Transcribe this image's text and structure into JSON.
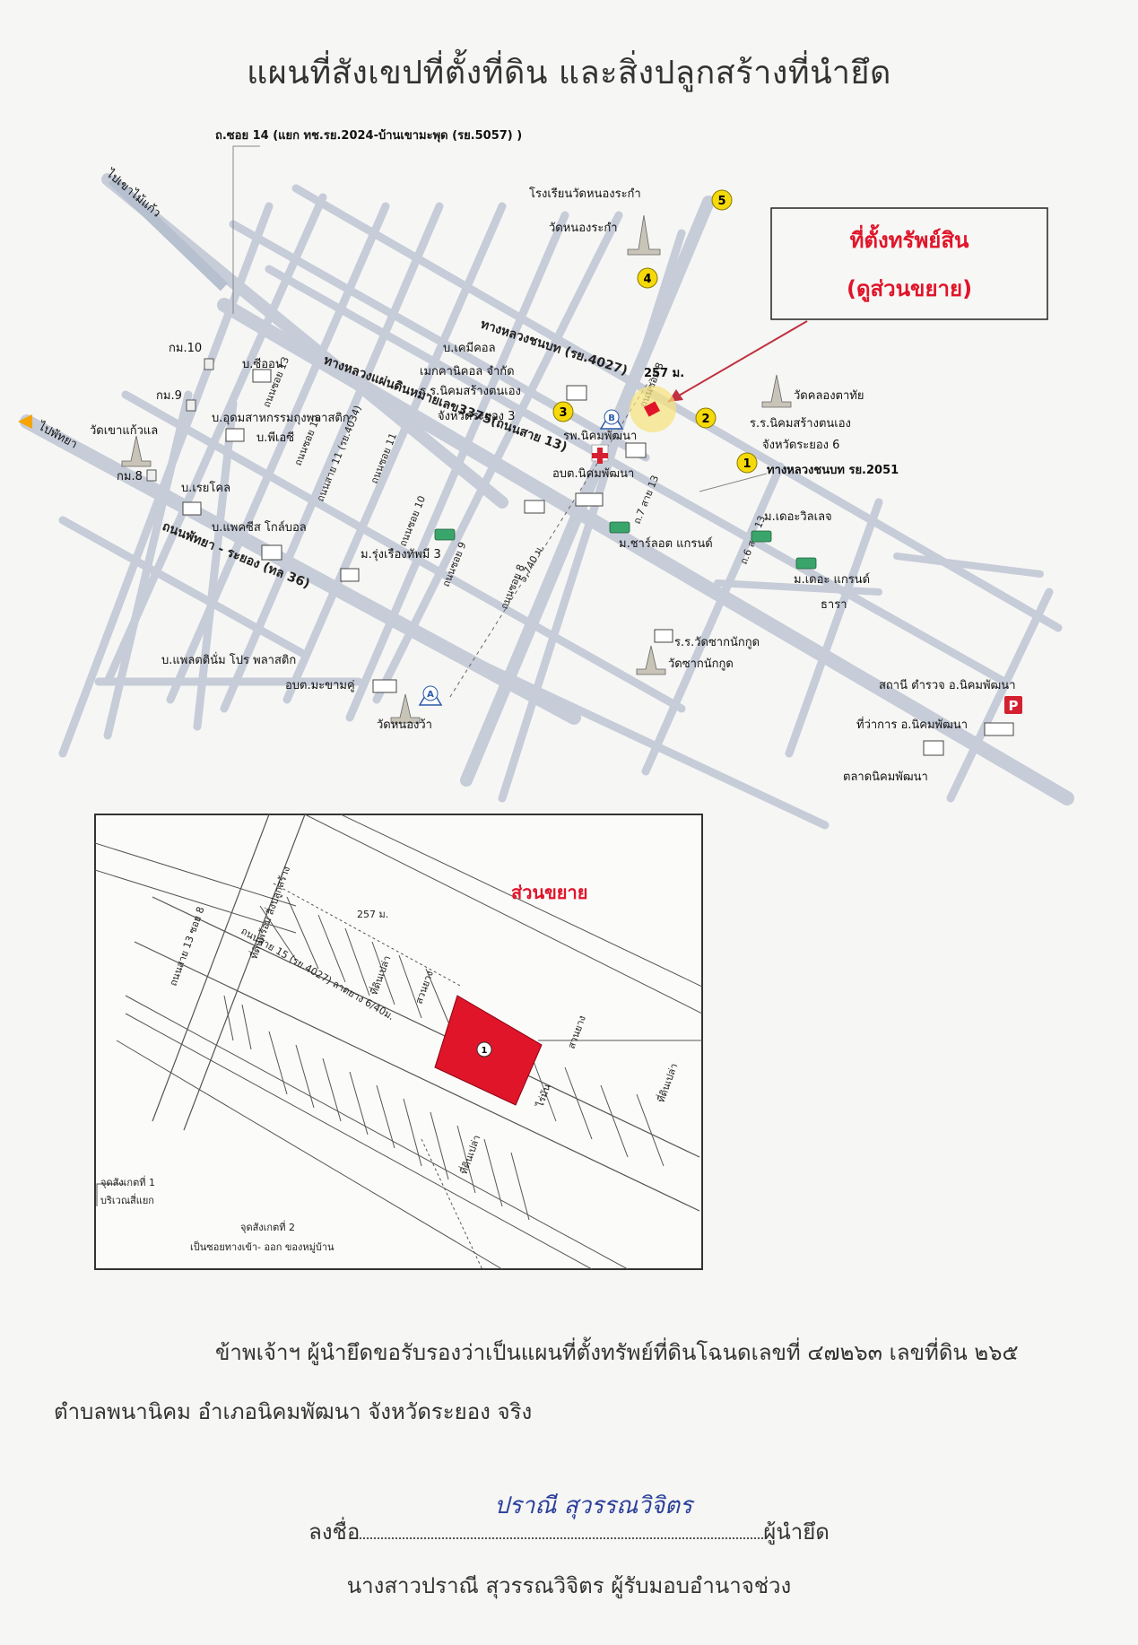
{
  "title": "แผนที่สังเขปที่ตั้งที่ดิน และสิ่งปลูกสร้างที่นำยึด",
  "location_box": {
    "line1": "ที่ตั้งทรัพย์สิน",
    "line2": "(ดูส่วนขยาย)"
  },
  "map": {
    "top_road_label": "ถ.ซอย 14 (แยก ทช.รย.2024-บ้านเขามะพุด (รย.5057) )",
    "labels": {
      "to_khao_mai_kaew": "ไปเขาไม้แก้ว",
      "to_pattaya": "ไปพัทยา",
      "school": "โรงเรียนวัดหนองระกำ",
      "wat_nong_rakam": "วัดหนองระกำ",
      "chemical": "บ.เคมีคอล",
      "makanical": "เมกคานิคอล จำกัด",
      "nikhom_sang_ton_eng_1": "ร.ร.นิคมสร้างตนเอง",
      "rayong_3": "จังหวัดระยอง 3",
      "road_4027": "ทางหลวงชนบท (รย.4027)",
      "road_3375": "ทางหลวงแผ่นดินหมายเลข3375(ถนนสาย 13)",
      "km10": "กม.10",
      "km9": "กม.9",
      "km8": "กม.8",
      "wat_khao_kaew": "วัดเขาแก้วแล",
      "b_chiyon": "บ.ซีออน",
      "b_udomsahakam": "บ.อุดมสาหกรรมถุงพลาสติก",
      "b_pieei": "บ.พีเอซี",
      "b_reyol": "บ.เรยโคล",
      "b_packsys": "บ.แพคซีส โกล์บอล",
      "soi13": "ถนนซอย 13",
      "soi12": "ถนนซอย 12",
      "soi11": "ถนนซอย 11",
      "soi10": "ถนนซอย 10",
      "soi9": "ถนนซอย 9",
      "soi8": "ถนนซอย 8",
      "sai11": "ถนนสาย 11 (รย.4034)",
      "pattaya_rayong": "ถนนพัทยา - ระยอง (ทล 36)",
      "m_rungruang": "ม.รุ่งเรืองทัพมี 3",
      "b_plastic": "บ.แพลตตินั่ม โปร พลาสติก",
      "obt_makham": "อบต.มะขามคู่",
      "wat_nong_wa": "วัดหนองว้า",
      "hospital": "รพ.นิคมพัฒนา",
      "obt_nikhom": "อบต.นิคมพัฒนา",
      "distance_257": "257 ม.",
      "distance_5740": "5,740 ม.",
      "wat_khlong": "วัดคลองตาทัย",
      "nikhom_school_6": "ร.ร.นิคมสร้างตนเอง",
      "rayong_6": "จังหวัดระยอง 6",
      "road_2051": "ทางหลวงชนบท รย.2051",
      "sai7": "ถ.7 สาย 13",
      "sai6": "ถ.6 สาย 13",
      "m_charlotte": "ม.ชาร์ลอต แกรนด์",
      "m_dewilla": "ม.เดอะวิลเลจ",
      "m_grand": "ม.เดอะ แกรนด์",
      "m_grand2": "ธารา",
      "rr_wat_sak": "ร.ร.วัดซากนักกูด",
      "wat_sak": "วัดซากนักกูด",
      "police": "สถานี ตำรวจ อ.นิคมพัฒนา",
      "district_office": "ที่ว่าการ อ.นิคมพัฒนา",
      "market": "ตลาดนิคมพัฒนา"
    },
    "markers": [
      "1",
      "2",
      "3",
      "4",
      "5"
    ],
    "points": [
      "A",
      "B"
    ]
  },
  "inset": {
    "title": "ส่วนขยาย",
    "distance": "257 ม.",
    "road_15": "ถนนสาย 15 (รย.4027) ลาดยาง 6/40ม.",
    "road_13": "ถนนสาย 13 ซอย 8",
    "parcel": "1",
    "labels": {
      "land_built": "ที่ดินพร้อม สิ่งปลูกสร้าง",
      "land_empty": "ที่ดินเปล่า",
      "rubber": "สวนยาง",
      "cassava": "ไร่มัน"
    },
    "note1_a": "จุดสังเกตที่ 1",
    "note1_b": "บริเวณสี่แยก",
    "note2_a": "จุดสังเกตที่ 2",
    "note2_b": "เป็นซอยทางเข้า- ออก ของหมู่บ้าน"
  },
  "certification": {
    "line1": "ข้าพเจ้าฯ ผู้นำยึดขอรับรองว่าเป็นแผนที่ตั้งทรัพย์ที่ดินโฉนดเลขที่ ๔๗๒๖๓ เลขที่ดิน ๒๖๕",
    "line2": "ตำบลพนานิคม อำเภอนิคมพัฒนา จังหวัดระยอง จริง"
  },
  "signature": {
    "prefix": "ลงชื่อ",
    "suffix": "ผู้นำยึด",
    "handwriting": "ปราณี สุวรรณวิจิตร",
    "name": "นางสาวปราณี สุวรรณวิจิตร ผู้รับมอบอำนาจช่วง"
  },
  "colors": {
    "road": "#c6ccd8",
    "road_edge": "#9aa3b3",
    "red": "#e0152a",
    "marker": "#f5d90a"
  }
}
